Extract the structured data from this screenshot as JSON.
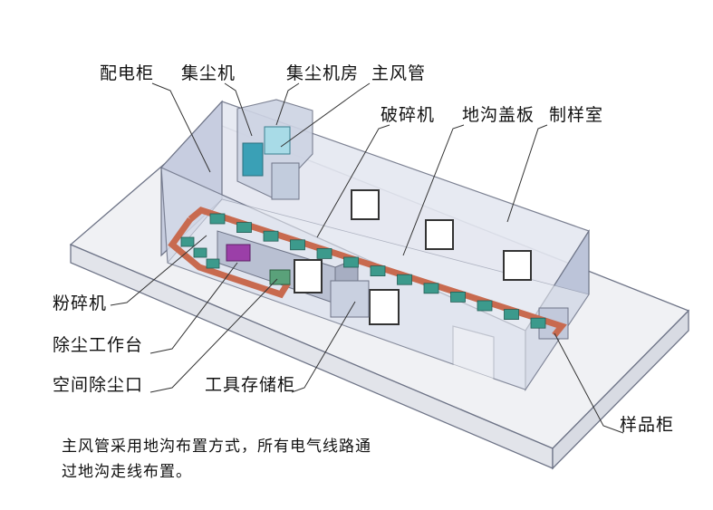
{
  "labels": {
    "power_cabinet": "配电柜",
    "dust_collector": "集尘机",
    "dust_room": "集尘机房",
    "main_duct": "主风管",
    "crusher": "破碎机",
    "trench_cover": "地沟盖板",
    "sample_room": "制样室",
    "pulverizer": "粉碎机",
    "dust_bench": "除尘工作台",
    "space_dust_outlet": "空间除尘口",
    "tool_cabinet": "工具存储柜",
    "sample_cabinet": "样品柜"
  },
  "note": {
    "line1": "主风管采用地沟布置方式，所有电气线路通",
    "line2": "过地沟走线布置。"
  },
  "colors": {
    "room_fill": "#dde2ee",
    "room_wall_dark": "#b9c1d6",
    "outline": "#6e7487",
    "conveyor": "#c86a4f",
    "equipment": "#3c9a8c",
    "slab": "#eef0f3"
  }
}
